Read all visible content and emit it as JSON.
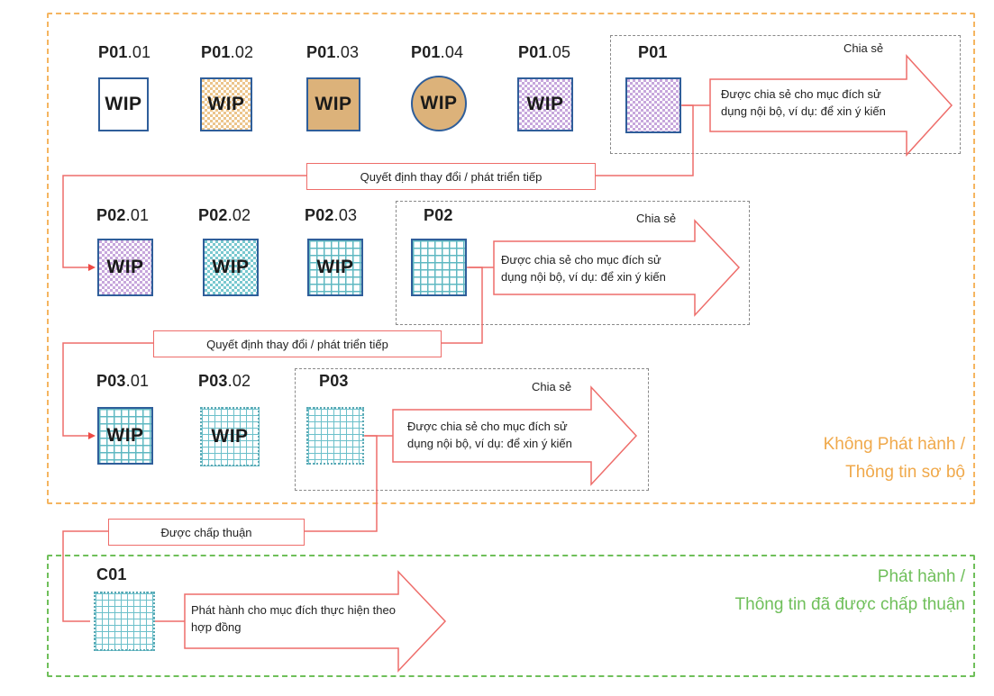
{
  "colors": {
    "wip_zone": "#f5b560",
    "published_zone": "#6fbf5a",
    "flow_line": "#ee6d6a",
    "border_blue": "#2f5e9a"
  },
  "zones": {
    "wip": {
      "label_line1": "Không Phát hành /",
      "label_line2": "Thông tin sơ bộ"
    },
    "published": {
      "label_line1": "Phát hành /",
      "label_line2": "Thông tin đã được chấp thuận"
    }
  },
  "row1": {
    "tiles": [
      {
        "code": "P01",
        "rev": ".01",
        "text": "WIP"
      },
      {
        "code": "P01",
        "rev": ".02",
        "text": "WIP"
      },
      {
        "code": "P01",
        "rev": ".03",
        "text": "WIP"
      },
      {
        "code": "P01",
        "rev": ".04",
        "text": "WIP"
      },
      {
        "code": "P01",
        "rev": ".05",
        "text": "WIP"
      }
    ],
    "shared": {
      "code": "P01",
      "share_label": "Chia sẻ",
      "arrow_text": "Được chia sẻ cho mục đích sử dụng nội bộ, ví dụ: để xin ý kiến"
    }
  },
  "row2": {
    "tiles": [
      {
        "code": "P02",
        "rev": ".01",
        "text": "WIP"
      },
      {
        "code": "P02",
        "rev": ".02",
        "text": "WIP"
      },
      {
        "code": "P02",
        "rev": ".03",
        "text": "WIP"
      }
    ],
    "shared": {
      "code": "P02",
      "share_label": "Chia sẻ",
      "arrow_text": "Được chia sẻ cho mục đích sử dụng nội bộ, ví dụ: để xin ý kiến"
    }
  },
  "row3": {
    "tiles": [
      {
        "code": "P03",
        "rev": ".01",
        "text": "WIP"
      },
      {
        "code": "P03",
        "rev": ".02",
        "text": "WIP"
      }
    ],
    "shared": {
      "code": "P03",
      "share_label": "Chia sẻ",
      "arrow_text": "Được chia sẻ cho mục đích sử dụng nội bộ, ví dụ: để xin ý kiến"
    }
  },
  "row4": {
    "code": "C01",
    "arrow_text": "Phát hành cho mục đích thực hiện theo hợp đồng"
  },
  "transitions": {
    "decision_1": "Quyết định thay đổi / phát triển tiếp",
    "decision_2": "Quyết định thay đổi / phát triển tiếp",
    "approved": "Được chấp thuận"
  }
}
